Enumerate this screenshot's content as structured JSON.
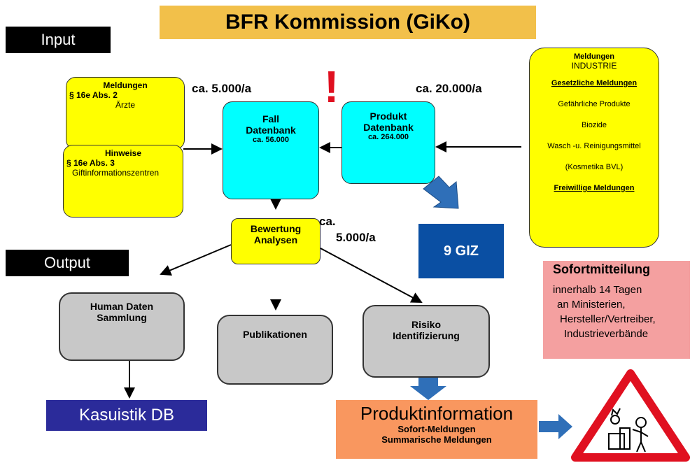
{
  "title": "BFR Kommission (GiKo)",
  "input_label": "Input",
  "output_label": "Output",
  "exclamation": "!",
  "meldungen_aerzte": {
    "title": "Meldungen",
    "law": "§ 16e Abs. 2",
    "text": "Ärzte"
  },
  "hinweise_giz": {
    "title": "Hinweise",
    "law": "§ 16e Abs. 3",
    "text": "Giftinformationszentren"
  },
  "rate_left": "ca. 5.000/a",
  "rate_right": "ca. 20.000/a",
  "fall_db": {
    "line1": "Fall",
    "line2": "Datenbank",
    "count": "ca. 56.000"
  },
  "produkt_db": {
    "line1": "Produkt",
    "line2": "Datenbank",
    "count": "ca. 264.000"
  },
  "industrie": {
    "title": "Meldungen",
    "subtitle": "INDUSTRIE",
    "gesetzlich": "Gesetzliche Meldungen",
    "items": [
      "Gefährliche Produkte",
      "Biozide",
      "Wasch -u. Reinigungsmittel",
      "(Kosmetika BVL)"
    ],
    "freiwillig": "Freiwillige Meldungen"
  },
  "bewertung": {
    "line1": "Bewertung",
    "line2": "Analysen"
  },
  "rate_mid_1": "ca.",
  "rate_mid_2": "5.000/a",
  "giz_box": "9 GIZ",
  "sofort": {
    "title": "Sofortmitteilung",
    "lines": [
      "innerhalb 14 Tagen",
      "an Ministerien,",
      "Hersteller/Vertreiber,",
      "Industrieverbände"
    ]
  },
  "human": {
    "line1": "Human Daten",
    "line2": "Sammlung"
  },
  "publikationen": "Publikationen",
  "risiko": {
    "line1": "Risiko",
    "line2": "Identifizierung"
  },
  "kasuistik": "Kasuistik DB",
  "produktinfo": {
    "title": "Produktinformation",
    "line1": "Sofort-Meldungen",
    "line2": "Summarische Meldungen"
  },
  "colors": {
    "title_bg": "#f2c04a",
    "yellow": "#ffff00",
    "cyan": "#00ffff",
    "giz": "#0a4fa3",
    "kasuistik": "#2b2b9a",
    "sofort_bg": "#f4a0a0",
    "produktinfo_bg": "#f9975f",
    "warning_red": "#e01020"
  }
}
